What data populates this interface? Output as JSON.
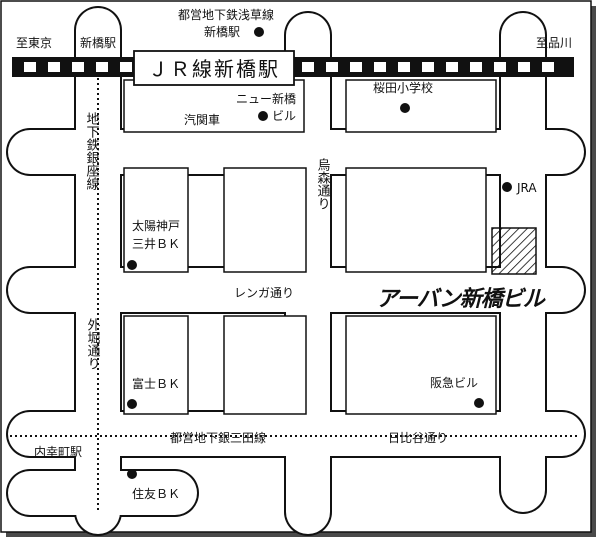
{
  "labels": {
    "subway_asakusa": "都営地下鉄浅草線",
    "subway_asakusa_station": "新橋駅",
    "to_tokyo": "至東京",
    "shimbashi_station": "新橋駅",
    "jr_station": "ＪＲ線新橋駅",
    "to_shinagawa": "至品川",
    "new_shimbashi_line1": "ニュー新橋",
    "new_shimbashi_line2": "ビル",
    "kisha_dori": "汽関車",
    "sakurada_school": "桜田小学校",
    "subway_ginza_line": "地下鉄銀座線",
    "karasumori_dori": "烏森通り",
    "jra": "JRA",
    "taiyo_kobe_line1": "太陽神戸",
    "taiyo_kobe_line2": "三井ＢＫ",
    "renga_dori": "レンガ通り",
    "urban_shimbashi": "アーバン新橋ビル",
    "sotobori_dori": "外堀通り",
    "fuji_bk": "富士ＢＫ",
    "hankyu_building": "阪急ビル",
    "uchisaiwaicho_station": "内幸町駅",
    "subway_mita_line": "都営地下銀三田線",
    "hibiya_dori": "日比谷通り",
    "sumitomo_bk": "住友ＢＫ"
  },
  "colors": {
    "ink": "#111111",
    "paper": "#ffffff",
    "frame_shadow": "#4a4a4a"
  }
}
